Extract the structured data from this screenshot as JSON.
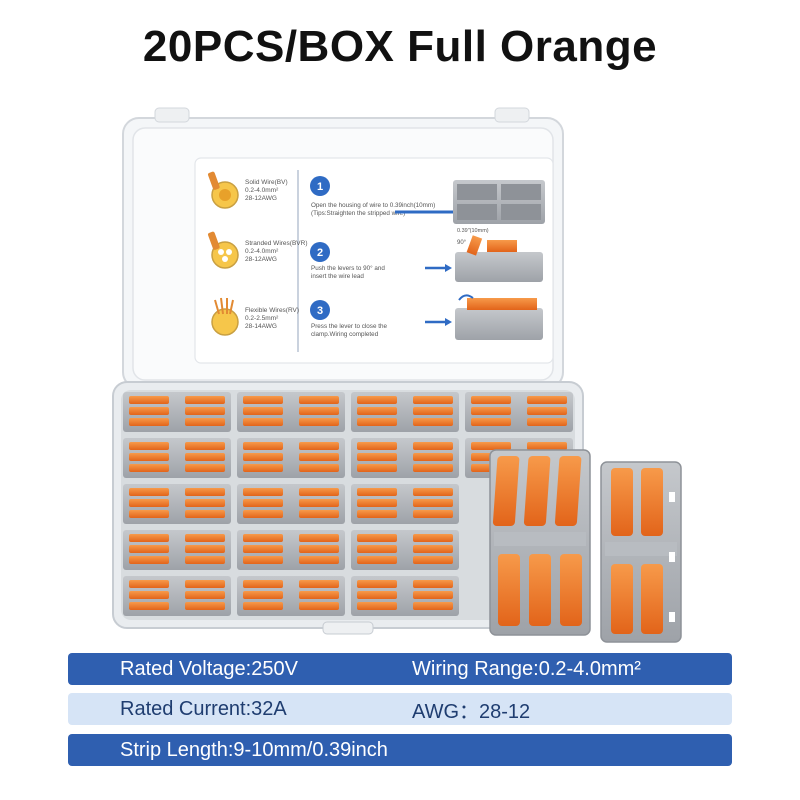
{
  "title": "20PCS/BOX Full Orange",
  "colors": {
    "orange": "#f07a26",
    "grey": "#a9adb3",
    "blue": "#2f5fb0",
    "light_blue": "#d6e4f6"
  },
  "card": {
    "wires": [
      {
        "name": "Solid Wire(BV)",
        "range": "0.2-4.0mm²",
        "awg": "28-12AWG"
      },
      {
        "name": "Stranded Wires(BVR)",
        "range": "0.2-4.0mm²",
        "awg": "28-12AWG"
      },
      {
        "name": "Flexible Wires(RV)",
        "range": "0.2-2.5mm²",
        "awg": "28-14AWG"
      }
    ],
    "steps": [
      {
        "num": "1",
        "line1": "Open the housing of wire to 0.39inch(10mm)",
        "line2": "(Tips:Straighten the stripped wire)"
      },
      {
        "num": "2",
        "line1": "Push the levers to 90° and",
        "line2": "insert the wire lead"
      },
      {
        "num": "3",
        "line1": "Press the lever to close the",
        "line2": "clamp.Wiring completed"
      }
    ],
    "measure_label": "0.39\"(10mm)",
    "angle_label": "90°"
  },
  "specs": {
    "rated_voltage": "Rated Voltage:250V",
    "wiring_range": "Wiring Range:0.2-4.0mm²",
    "rated_current": "Rated Current:32A",
    "awg": "AWG：28-12",
    "strip_length": "Strip Length:9-10mm/0.39inch"
  }
}
